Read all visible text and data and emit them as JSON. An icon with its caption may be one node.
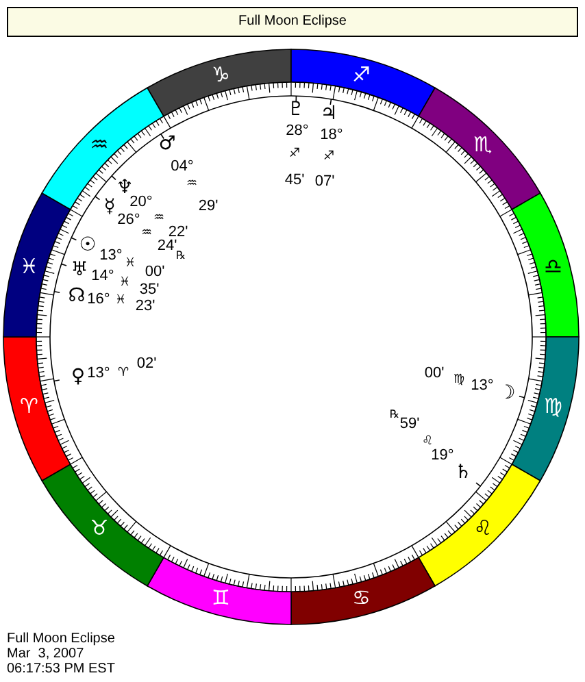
{
  "diagram": {
    "title": "Full Moon Eclipse",
    "labels": [
      "♑",
      "♐",
      "♏",
      "♎",
      "♍",
      "♌",
      "♋",
      "♊",
      "♉",
      "♈",
      "♓",
      "♒",
      "♂",
      "04°",
      "♒",
      "29'",
      "♆",
      "20°",
      "♒",
      "22'",
      "☿",
      "26°",
      "♒",
      "24'",
      "℞",
      "☉",
      "13°",
      "♓",
      "00'",
      "♅",
      "14°",
      "♓",
      "35'",
      "☊",
      "16°",
      "♓",
      "23'",
      "♇",
      "28°",
      "♐",
      "45'",
      "♃",
      "18°",
      "♐",
      "07'",
      "☽",
      "13°",
      "♍",
      "00'",
      "♄",
      "19°",
      "♌",
      "59'",
      "℞",
      "♀",
      "13°",
      "♈",
      "02'",
      "Full Moon Eclipse",
      "Mar  3, 2007",
      "06:17:53 PM EST"
    ]
  }
}
